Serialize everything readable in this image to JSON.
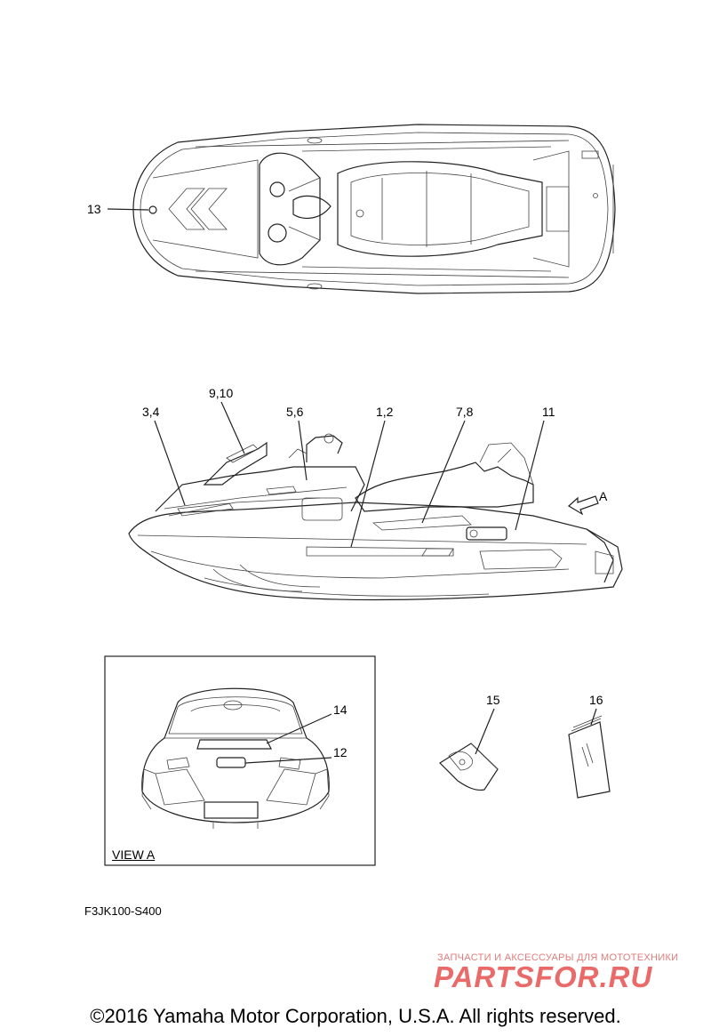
{
  "callouts": {
    "c13": "13",
    "c9_10": "9,10",
    "c3_4": "3,4",
    "c5_6": "5,6",
    "c1_2": "1,2",
    "c7_8": "7,8",
    "c11": "11",
    "cA": "A",
    "c14": "14",
    "c12": "12",
    "c15": "15",
    "c16": "16"
  },
  "view_label": "VIEW A",
  "part_code": "F3JK100-S400",
  "watermark": {
    "small_text": "ЗАПЧАСТИ И АКСЕССУАРЫ ДЛЯ МОТОТЕХНИКИ",
    "big_text": "PARTSFOR.RU"
  },
  "copyright": "©2016 Yamaha Motor Corporation, U.S.A. All rights reserved."
}
